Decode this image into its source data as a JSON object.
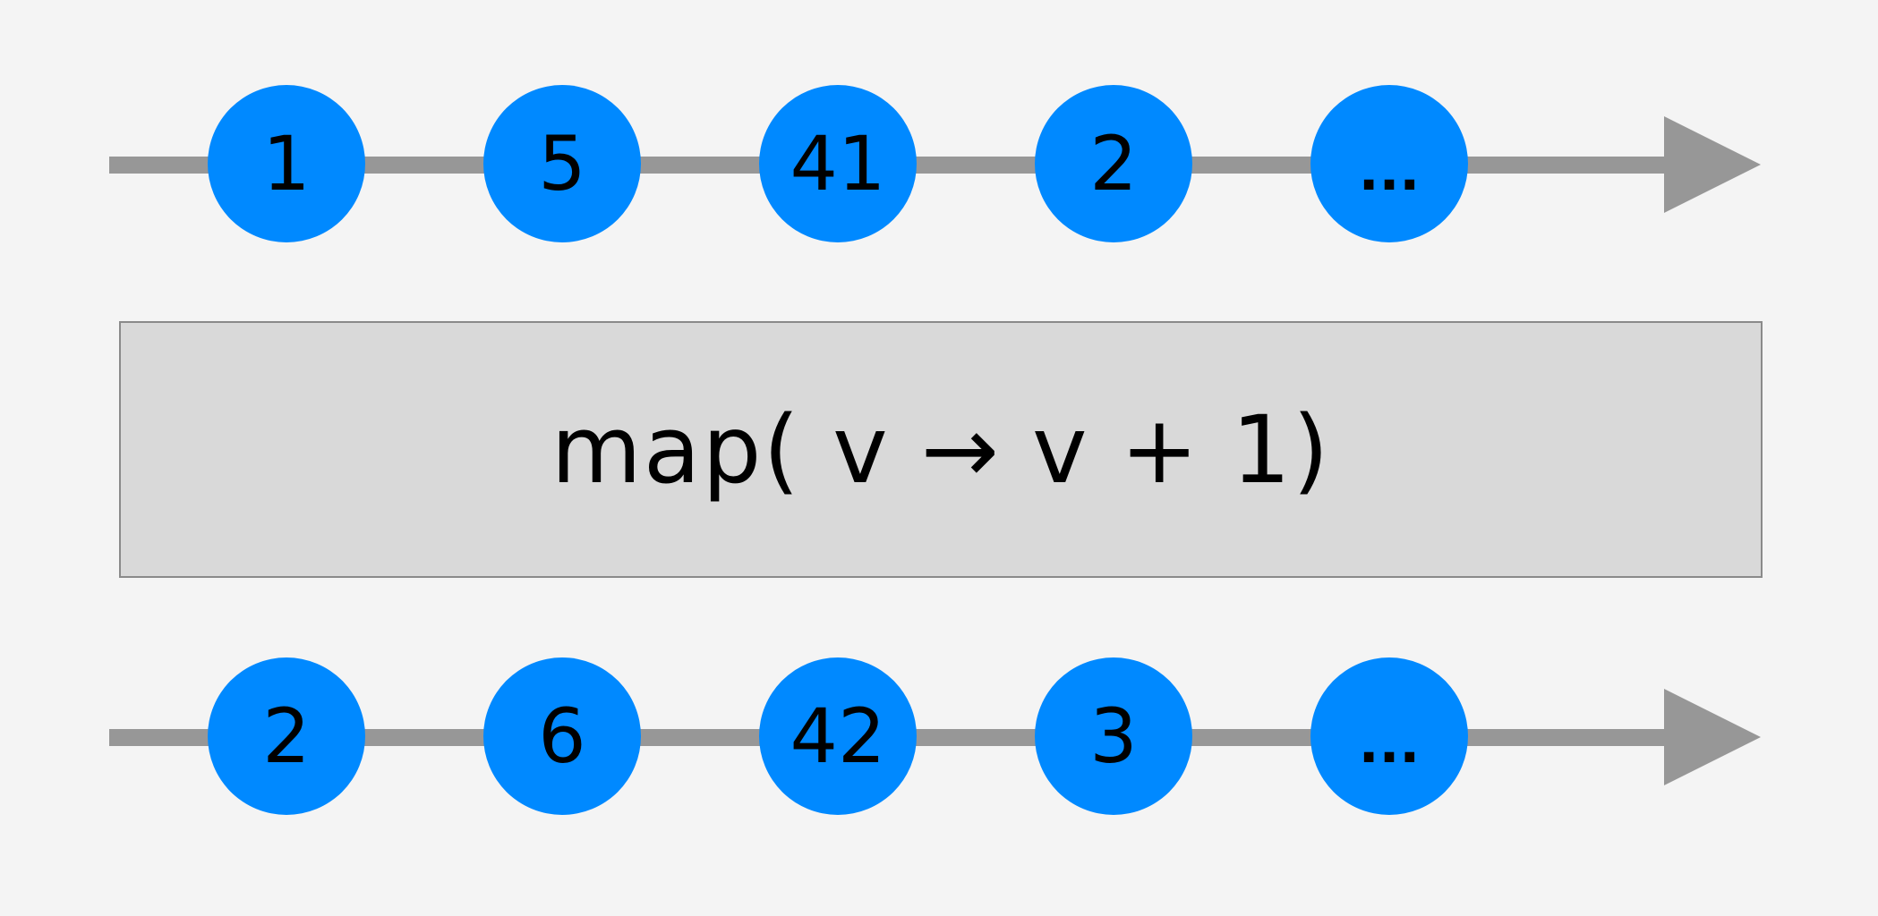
{
  "input_stream": {
    "marbles": [
      "1",
      "5",
      "41",
      "2",
      "..."
    ]
  },
  "operator": {
    "label": "map( v → v + 1)"
  },
  "output_stream": {
    "marbles": [
      "2",
      "6",
      "42",
      "3",
      "..."
    ]
  },
  "colors": {
    "marble": "#0089ff",
    "timeline": "#979797",
    "operator_box": "#d9d9d9",
    "background": "#f4f4f4"
  }
}
